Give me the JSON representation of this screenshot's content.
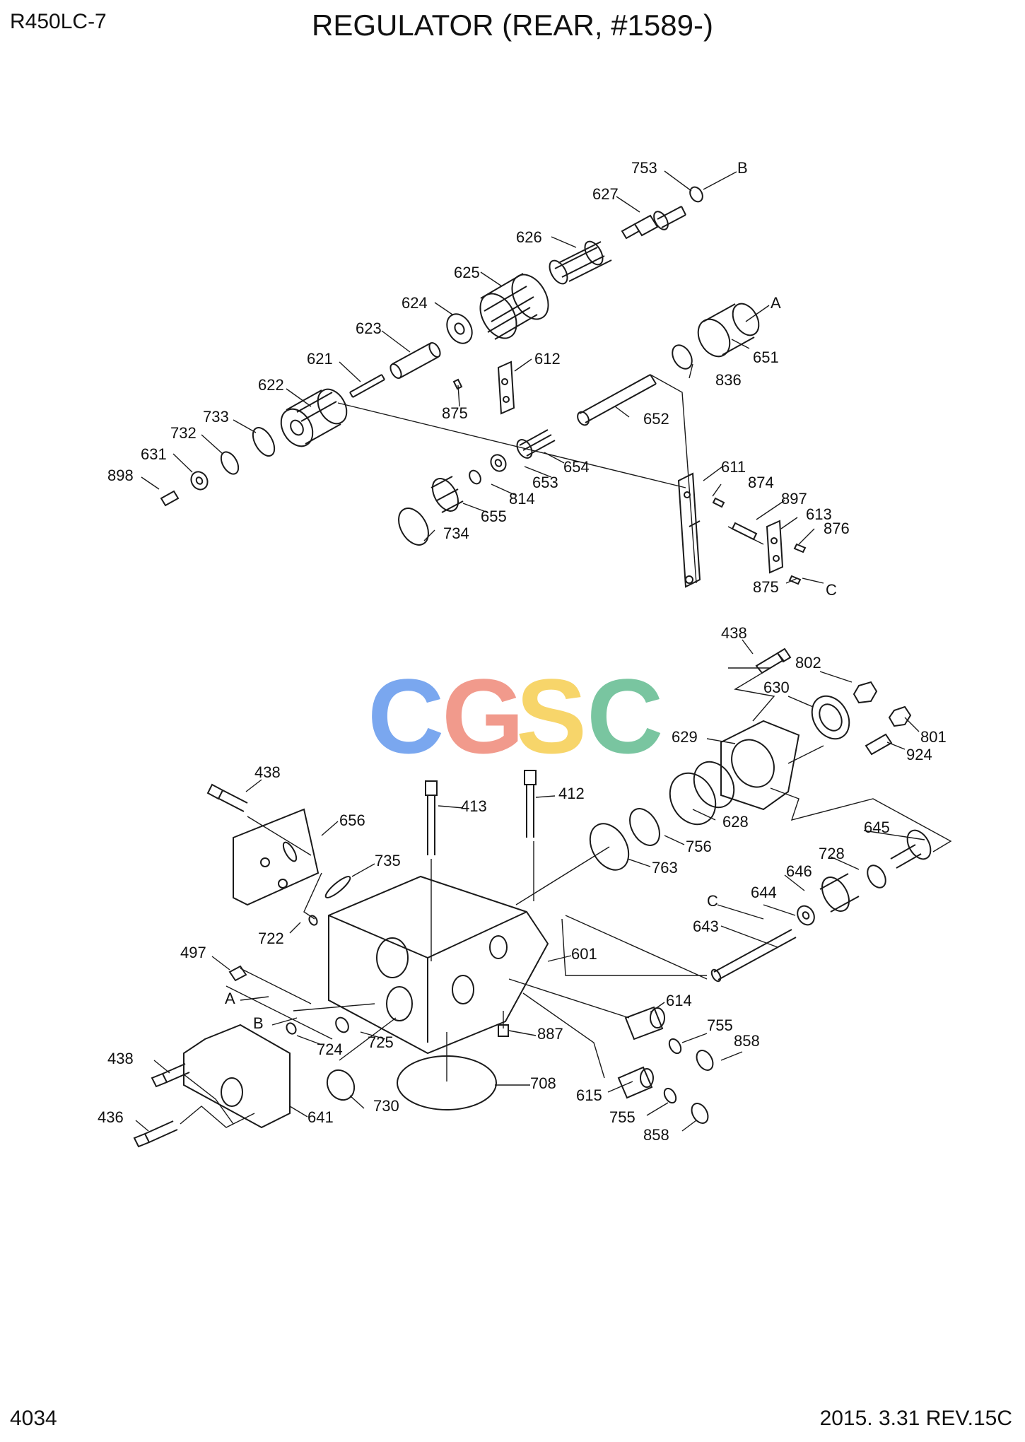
{
  "header": {
    "model": "R450LC-7",
    "title": "REGULATOR (REAR, #1589-)"
  },
  "footer": {
    "page_number": "4034",
    "date_rev": "2015. 3.31  REV.15C"
  },
  "watermark": {
    "letters": [
      "C",
      "G",
      "S",
      "C"
    ],
    "colors": [
      "#7aa7ef",
      "#f19a8c",
      "#f7d56a",
      "#79c5a0"
    ]
  },
  "part_labels": {
    "p753": "753",
    "pB1": "B",
    "p627": "627",
    "p626": "626",
    "p625": "625",
    "p624": "624",
    "pA1": "A",
    "p623": "623",
    "p651": "651",
    "p621": "621",
    "p612": "612",
    "p836": "836",
    "p622": "622",
    "p875a": "875",
    "p652": "652",
    "p733": "733",
    "p732": "732",
    "p654": "654",
    "p631": "631",
    "p653": "653",
    "p611": "611",
    "p898": "898",
    "p814": "814",
    "p874": "874",
    "p897": "897",
    "p655": "655",
    "p613": "613",
    "p876": "876",
    "p734": "734",
    "p875b": "875",
    "pC1": "C",
    "p438a": "438",
    "p802": "802",
    "p630": "630",
    "p801": "801",
    "p629": "629",
    "p924": "924",
    "p438b": "438",
    "p412": "412",
    "p413": "413",
    "p628": "628",
    "p656": "656",
    "p756": "756",
    "p645": "645",
    "p735": "735",
    "p763": "763",
    "p728": "728",
    "p646": "646",
    "p644": "644",
    "pC2": "C",
    "p722": "722",
    "p643": "643",
    "p601": "601",
    "p497": "497",
    "pA2": "A",
    "p614": "614",
    "pB2": "B",
    "p755a": "755",
    "p887": "887",
    "p858a": "858",
    "p438c": "438",
    "p724": "724",
    "p725": "725",
    "p708": "708",
    "p615": "615",
    "p730": "730",
    "p436": "436",
    "p641": "641",
    "p755b": "755",
    "p858b": "858"
  }
}
